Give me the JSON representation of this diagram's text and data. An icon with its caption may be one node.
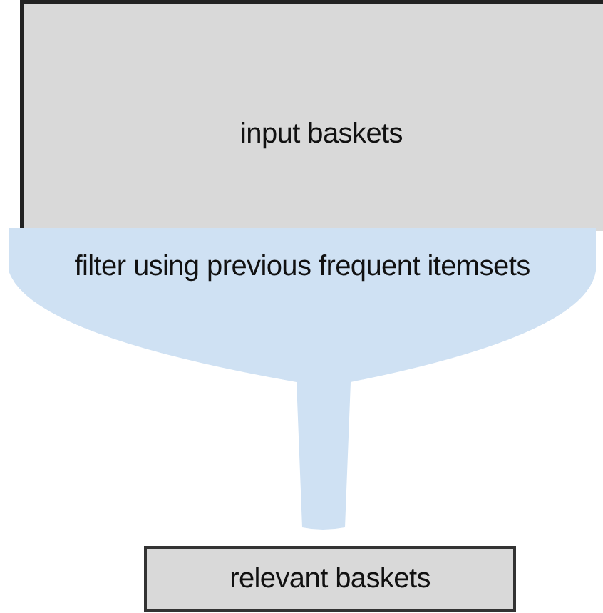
{
  "diagram": {
    "nodes": [
      {
        "text": [
          "input baskets"
        ]
      },
      {
        "text": [
          "filter using previous frequent itemsets"
        ]
      },
      {
        "text": [
          "relevant baskets"
        ]
      }
    ]
  }
}
